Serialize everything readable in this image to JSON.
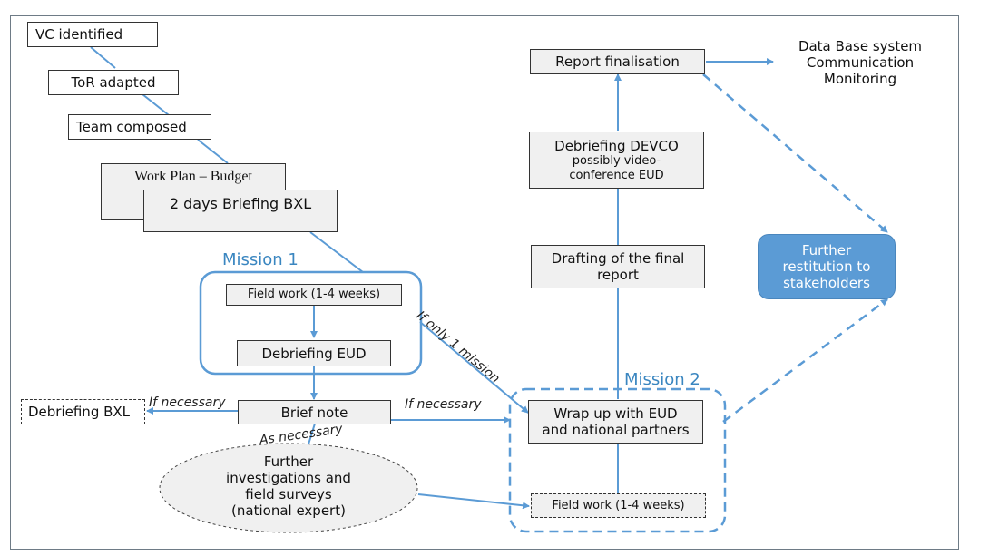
{
  "colors": {
    "arrow": "#5b9bd5",
    "accent_box": "#5b9bd5",
    "mission_label": "#3a86c0",
    "box_fill": "#f0f0f0",
    "frame": "#6e7b86"
  },
  "nodes": {
    "vc_identified": "VC identified",
    "tor_adapted": "ToR adapted",
    "team_composed": "Team composed",
    "work_plan": "Work Plan – Budget",
    "briefing_bxl": "2 days Briefing BXL",
    "field_work_1": "Field work (1-4 weeks)",
    "debriefing_eud": "Debriefing EUD",
    "brief_note": "Brief note",
    "debriefing_bxl": "Debriefing BXL",
    "further_investigations": [
      "Further",
      "investigations and",
      "field surveys",
      "(national expert)"
    ],
    "wrap_up": [
      "Wrap up with EUD",
      "and national partners"
    ],
    "field_work_2": "Field work (1-4 weeks)",
    "drafting": [
      "Drafting of the final",
      "report"
    ],
    "debriefing_devco": "Debriefing DEVCO",
    "debriefing_devco_sub": [
      "possibly video-",
      "conference EUD"
    ],
    "report_finalisation": "Report finalisation",
    "outputs": [
      "Data Base system",
      "Communication",
      "Monitoring"
    ],
    "further_restitution": [
      "Further",
      "restitution to",
      "stakeholders"
    ]
  },
  "groups": {
    "mission_1": "Mission 1",
    "mission_2": "Mission 2"
  },
  "edge_labels": {
    "if_only_1_mission": "If only 1 mission",
    "if_necessary_left": "If necessary",
    "if_necessary_right": "If necessary",
    "as_necessary": "As necessary"
  }
}
